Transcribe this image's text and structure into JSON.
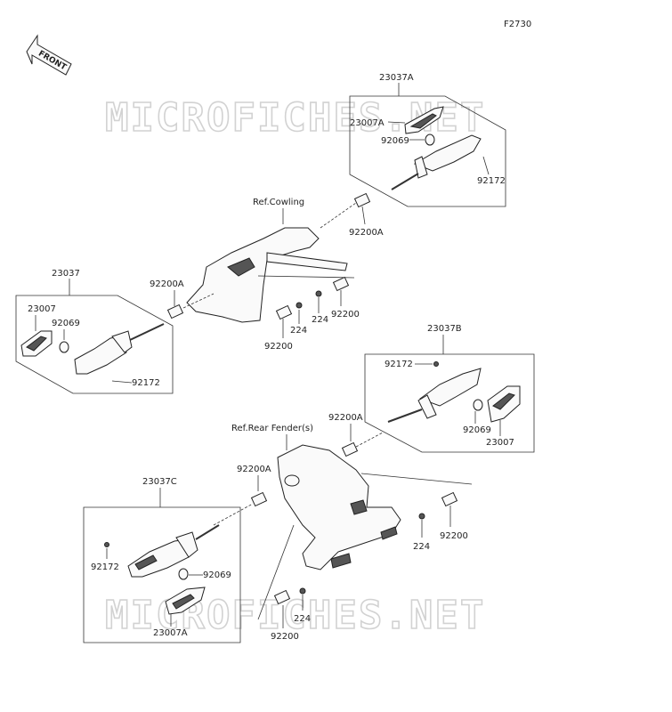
{
  "figure_code": "F2730",
  "front_label": "FRONT",
  "watermark": "MICROFICHES.NET",
  "labels": {
    "l_23037A": "23037A",
    "l_23007A_top": "23007A",
    "l_92069_top": "92069",
    "l_92172_top": "92172",
    "l_refcowl": "Ref.Cowling",
    "l_92200A_top": "92200A",
    "l_23037": "23037",
    "l_92200A_left": "92200A",
    "l_23007_left": "23007",
    "l_92069_left": "92069",
    "l_92172_left": "92172",
    "l_92200_a": "92200",
    "l_224_a": "224",
    "l_224_b": "224",
    "l_92200_b": "92200",
    "l_23037B": "23037B",
    "l_92172_right": "92172",
    "l_92200A_right": "92200A",
    "l_92069_right": "92069",
    "l_23007_right": "23007",
    "l_reffender": "Ref.Rear Fender(s)",
    "l_92200A_lower": "92200A",
    "l_23037C": "23037C",
    "l_92172_lower": "92172",
    "l_92069_lower": "92069",
    "l_23007A_lower": "23007A",
    "l_224_c": "224",
    "l_92200_c": "92200",
    "l_224_d": "224",
    "l_92200_d": "92200"
  }
}
